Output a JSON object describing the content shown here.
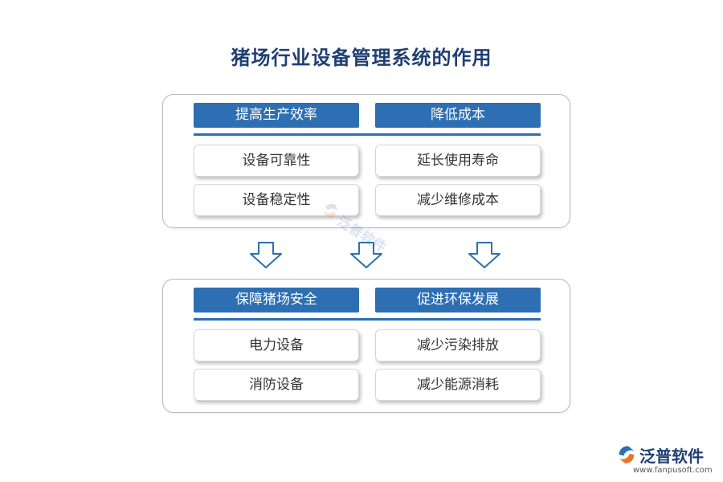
{
  "title": "猪场行业设备管理系统的作用",
  "top_section": {
    "headers": [
      "提高生产效率",
      "降低成本"
    ],
    "items": {
      "left": [
        "设备可靠性",
        "设备稳定性"
      ],
      "right": [
        "延长使用寿命",
        "减少维修成本"
      ]
    }
  },
  "bottom_section": {
    "headers": [
      "保障猪场安全",
      "促进环保发展"
    ],
    "items": {
      "left": [
        "电力设备",
        "消防设备"
      ],
      "right": [
        "减少污染排放",
        "减少能源消耗"
      ]
    }
  },
  "watermark": {
    "text": "泛普软件",
    "icon": "fanpu-logo-icon"
  },
  "brand": {
    "name": "泛普软件",
    "url": "www.fanpusoft.com",
    "icon": "fanpu-logo-icon"
  },
  "colors": {
    "title": "#1f3f73",
    "header_bg": "#2d6fb2",
    "arrow_stroke": "#2d6fb2",
    "logo_orange": "#e8762b"
  }
}
